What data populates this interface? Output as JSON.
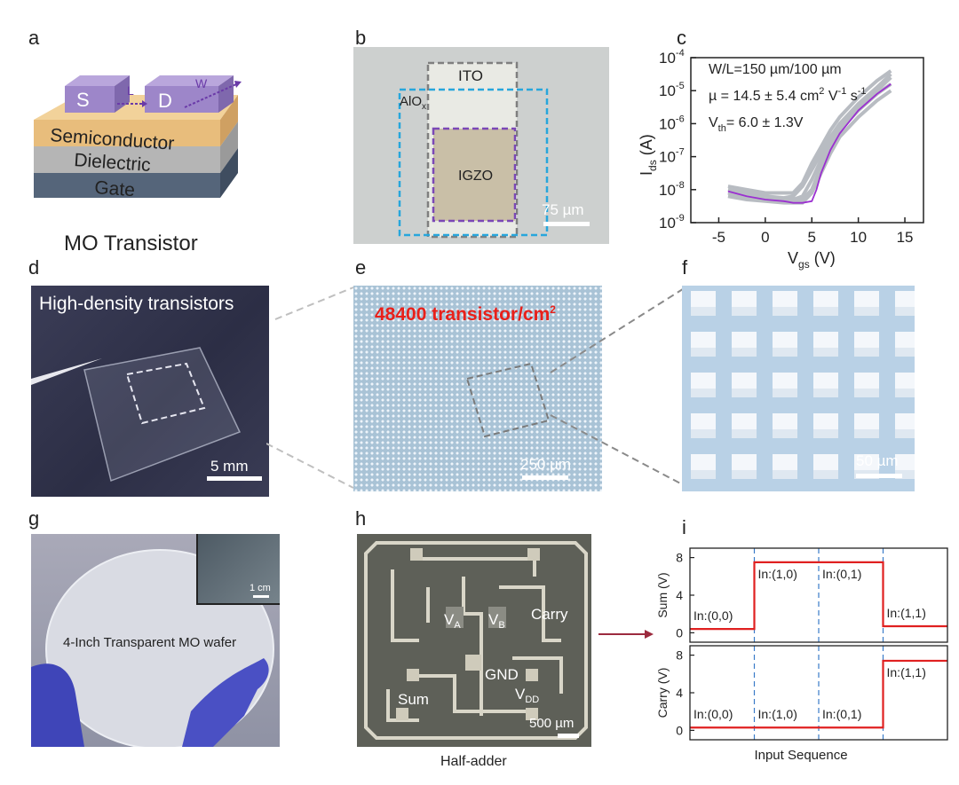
{
  "panels": {
    "a": {
      "letter": "a",
      "layers": [
        "Semiconductor",
        "Dielectric",
        "Gate"
      ],
      "source": "S",
      "drain": "D",
      "length": "L",
      "width": "W",
      "caption": "MO Transistor"
    },
    "b": {
      "letter": "b",
      "ito": "ITO",
      "alox": "AlO",
      "alox_sub": "x",
      "igzo": "IGZO",
      "scale": "75 µm"
    },
    "c": {
      "letter": "c",
      "line1": "W/L=150 µm/100 µm",
      "line2_pre": "µ  = 14.5 ± 5.4 cm",
      "line2_sup1": "2",
      "line2_mid": " V",
      "line2_sup2": "-1",
      "line2_end": " s",
      "line2_sup3": "-1",
      "line3_pre": "V",
      "line3_sub": "th",
      "line3_end": "= 6.0 ± 1.3V"
    },
    "d": {
      "letter": "d",
      "text": "High-density transistors",
      "scale": "5 mm"
    },
    "e": {
      "letter": "e",
      "text": "48400 transistor/cm",
      "text_sup": "2",
      "scale": "250 µm"
    },
    "f": {
      "letter": "f",
      "scale": "50 µm"
    },
    "g": {
      "letter": "g",
      "text": "4-Inch Transparent MO wafer",
      "inset_scale": "1 cm"
    },
    "h": {
      "letter": "h",
      "va": "V",
      "va_sub": "A",
      "vb": "V",
      "vb_sub": "B",
      "carry": "Carry",
      "gnd": "GND",
      "sum": "Sum",
      "vdd": "V",
      "vdd_sub": "DD",
      "scale": "500 µm",
      "caption": "Half-adder"
    },
    "i": {
      "letter": "i"
    }
  },
  "chart_data": [
    {
      "type": "line",
      "panel": "c",
      "xlabel": "V",
      "xlabel_sub": "gs",
      "xlabel_unit": " (V)",
      "ylabel": "I",
      "ylabel_sub": "ds",
      "ylabel_unit": " (A)",
      "xlim": [
        -8,
        17
      ],
      "ylim_log10": [
        -9,
        -4
      ],
      "x_ticks": [
        -5,
        0,
        5,
        10,
        15
      ],
      "y_ticks": [
        "10",
        "10",
        "10",
        "10",
        "10",
        "10"
      ],
      "y_tick_exps": [
        "-4",
        "-5",
        "-6",
        "-7",
        "-8",
        "-9"
      ],
      "y_tick_values": [
        -4,
        -5,
        -6,
        -7,
        -8,
        -9
      ],
      "series": [
        {
          "color": "#9b30d0",
          "x": [
            -4,
            -2,
            0,
            2,
            3,
            4,
            5,
            5.5,
            6,
            7,
            8,
            10,
            12,
            13.5
          ],
          "log10_y": [
            -8.05,
            -8.2,
            -8.3,
            -8.35,
            -8.4,
            -8.4,
            -8.35,
            -8.0,
            -7.5,
            -6.8,
            -6.3,
            -5.6,
            -5.1,
            -4.8
          ]
        },
        {
          "color": "#b8bcc2",
          "x": [
            -4,
            -2,
            0,
            2,
            3,
            4,
            5,
            6,
            7,
            8,
            10,
            12,
            13.5
          ],
          "log10_y": [
            -7.9,
            -8.0,
            -8.1,
            -8.1,
            -8.1,
            -7.8,
            -7.2,
            -6.7,
            -6.2,
            -5.8,
            -5.2,
            -4.7,
            -4.4
          ]
        },
        {
          "color": "#b8bcc2",
          "x": [
            -4,
            -2,
            0,
            2,
            3,
            4,
            5,
            6,
            7,
            8,
            10,
            12,
            13.5
          ],
          "log10_y": [
            -8.1,
            -8.2,
            -8.25,
            -8.3,
            -8.3,
            -8.2,
            -7.7,
            -7.1,
            -6.6,
            -6.1,
            -5.5,
            -5.0,
            -4.6
          ]
        },
        {
          "color": "#b8bcc2",
          "x": [
            -4,
            -2,
            0,
            2,
            3,
            4,
            5,
            6,
            7,
            8,
            10,
            12,
            13.5
          ],
          "log10_y": [
            -8.2,
            -8.3,
            -8.35,
            -8.4,
            -8.4,
            -8.4,
            -8.1,
            -7.5,
            -6.9,
            -6.4,
            -5.8,
            -5.3,
            -5.0
          ]
        },
        {
          "color": "#b8bcc2",
          "x": [
            -4,
            -2,
            0,
            2,
            3,
            4,
            5,
            6,
            7,
            8,
            10,
            12,
            13.5
          ],
          "log10_y": [
            -8.0,
            -8.1,
            -8.2,
            -8.25,
            -8.2,
            -7.9,
            -7.4,
            -6.9,
            -6.4,
            -6.0,
            -5.4,
            -4.9,
            -4.5
          ]
        },
        {
          "color": "#b8bcc2",
          "x": [
            -4,
            -2,
            0,
            2,
            3,
            4,
            5,
            6,
            7,
            8,
            10,
            12,
            13.5
          ],
          "log10_y": [
            -8.1,
            -8.15,
            -8.2,
            -8.3,
            -8.3,
            -8.3,
            -8.0,
            -7.3,
            -6.7,
            -6.2,
            -5.6,
            -5.1,
            -4.8
          ]
        }
      ]
    },
    {
      "type": "line",
      "panel": "i-sum",
      "ylabel": "Sum (V)",
      "ylim": [
        -1,
        9
      ],
      "y_ticks": [
        0,
        4,
        8
      ],
      "xlim": [
        0,
        4
      ],
      "segments": [
        {
          "label": "In:(0,0)",
          "value": 0.4
        },
        {
          "label": "In:(1,0)",
          "value": 7.5
        },
        {
          "label": "In:(0,1)",
          "value": 7.5
        },
        {
          "label": "In:(1,1)",
          "value": 0.7
        }
      ]
    },
    {
      "type": "line",
      "panel": "i-carry",
      "ylabel": "Carry (V)",
      "xlabel": "Input Sequence",
      "ylim": [
        -1,
        9
      ],
      "y_ticks": [
        0,
        4,
        8
      ],
      "xlim": [
        0,
        4
      ],
      "segments": [
        {
          "label": "In:(0,0)",
          "value": 0.3
        },
        {
          "label": "In:(1,0)",
          "value": 0.3
        },
        {
          "label": "In:(0,1)",
          "value": 0.3
        },
        {
          "label": "In:(1,1)",
          "value": 7.4
        }
      ]
    }
  ]
}
